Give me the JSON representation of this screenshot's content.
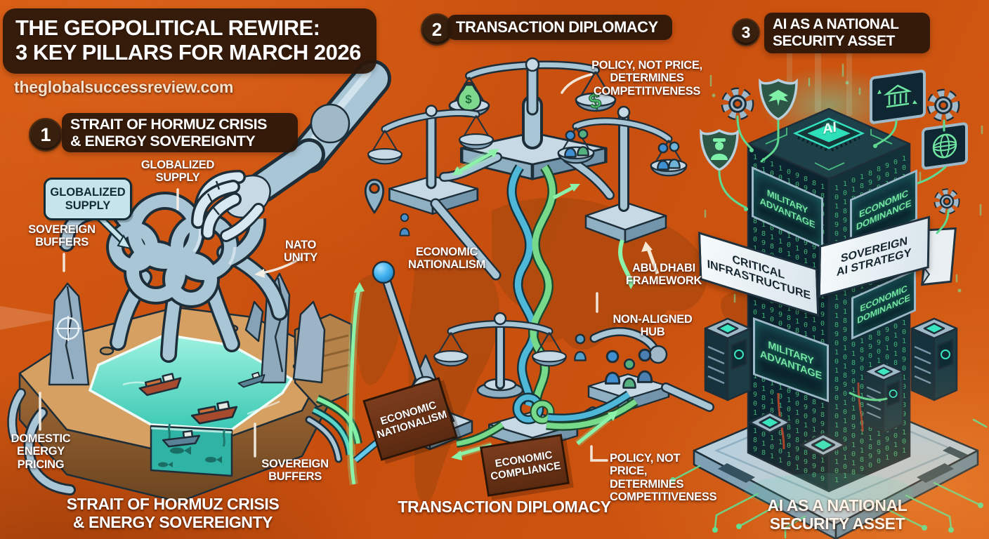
{
  "header": {
    "title": "THE GEOPOLITICAL REWIRE:\n3 KEY PILLARS FOR MARCH 2026",
    "website": "theglobalsuccessreview.com"
  },
  "colors": {
    "background": "#cc5310",
    "panel_dark": "#38200f",
    "accent_green": "#7ee8a4",
    "steel_blue": "#a9c6d7",
    "water_teal": "#5fd9c6",
    "bubble_blue": "#c6e4ec",
    "sign_brown": "#6e3318",
    "matrix_green": "#4fd287",
    "glow_teal": "#35e0c0"
  },
  "icons": {
    "robot_arm": "robot-arm",
    "pipe_knot": "tangled-pipes",
    "oil_tanker": "tanker-ship",
    "monolith": "cracked-stone",
    "balance_scale": "balance-scale",
    "money_bag": "money-bag",
    "map_pin": "map-pin",
    "world_map": "world-map",
    "lever": "lever-switch",
    "cable_knot": "knotted-cable",
    "ai_chip": "ai-chip",
    "server_rack": "server-rack",
    "gear": "gear",
    "shield_eagle": "shield-eagle",
    "shield_officer": "shield-officer",
    "screen_bank": "screen-bank",
    "screen_globe": "screen-globe",
    "circuit_trace": "circuit-trace"
  },
  "pillars": [
    {
      "number": "1",
      "header": "STRAIT OF HORMUZ CRISIS\n& ENERGY SOVEREIGNTY",
      "caption": "STRAIT OF HORMUZ CRISIS\n& ENERGY SOVEREIGNTY",
      "labels": {
        "globalized_supply_bubble": "GLOBALIZED\nSUPPLY",
        "globalized_supply": "GLOBALIZED\nSUPPLY",
        "sovereign_buffers_upper": "SOVEREIGN\nBUFFERS",
        "nato_unity": "NATO\nUNITY",
        "domestic_energy_pricing": "DOMESTIC\nENERGY\nPRICING",
        "sovereign_buffers_lower": "SOVEREIGN\nBUFFERS"
      }
    },
    {
      "number": "2",
      "header": "TRANSACTION DIPLOMACY",
      "caption": "TRANSACTION DIPLOMACY",
      "labels": {
        "policy_upper": "POLICY, NOT PRICE,\nDETERMINES\nCOMPETITIVENESS",
        "economic_nationalism": "ECONOMIC\nNATIONALISM",
        "abu_dhabi_framework": "ABU DHABI\nFRAMEWORK",
        "non_aligned_hub": "NON-ALIGNED\nHUB",
        "economic_nationalism_sign": "ECONOMIC\nNATIONALISM",
        "economic_compliance_sign": "ECONOMIC\nCOMPLIANCE",
        "policy_lower": "POLICY, NOT\nPRICE,\nDETERMINES\nCOMPETITIVENESS",
        "dollar_sign": "$"
      }
    },
    {
      "number": "3",
      "header": "AI AS A NATIONAL\nSECURITY ASSET",
      "caption": "AI AS A NATIONAL\nSECURITY ASSET",
      "labels": {
        "ai_chip": "AI",
        "military_advantage_upper": "MILITARY\nADVANTAGE",
        "economic_dominance_upper": "ECONOMIC\nDOMINANCE",
        "critical_infrastructure": "CRITICAL\nINFRASTRUCTURE",
        "sovereign_ai_strategy": "SOVEREIGN\nAI STRATEGY",
        "economic_dominance_lower": "ECONOMIC\nDOMINANCE",
        "military_advantage_lower": "MILITARY\nADVANTAGE"
      }
    }
  ]
}
